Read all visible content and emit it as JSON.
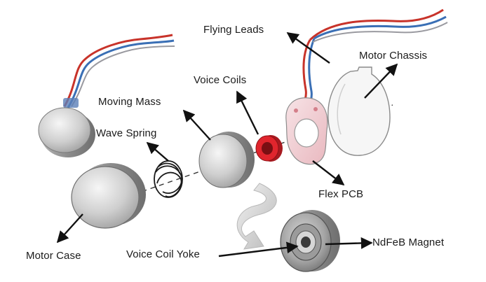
{
  "labels": {
    "flying_leads": "Flying Leads",
    "motor_chassis": "Motor Chassis",
    "voice_coils": "Voice Coils",
    "moving_mass": "Moving Mass",
    "wave_spring": "Wave Spring",
    "flex_pcb": "Flex PCB",
    "motor_case": "Motor Case",
    "voice_coil_yoke": "Voice Coil Yoke",
    "ndfeb_magnet": "NdFeB Magnet"
  },
  "colors": {
    "lead_red": "#c8332a",
    "lead_blue": "#3a6fb5",
    "coil_red": "#e0252d",
    "metal_light": "#e4e4e4",
    "metal_dark": "#8d8d8d",
    "arrow": "#111111"
  }
}
